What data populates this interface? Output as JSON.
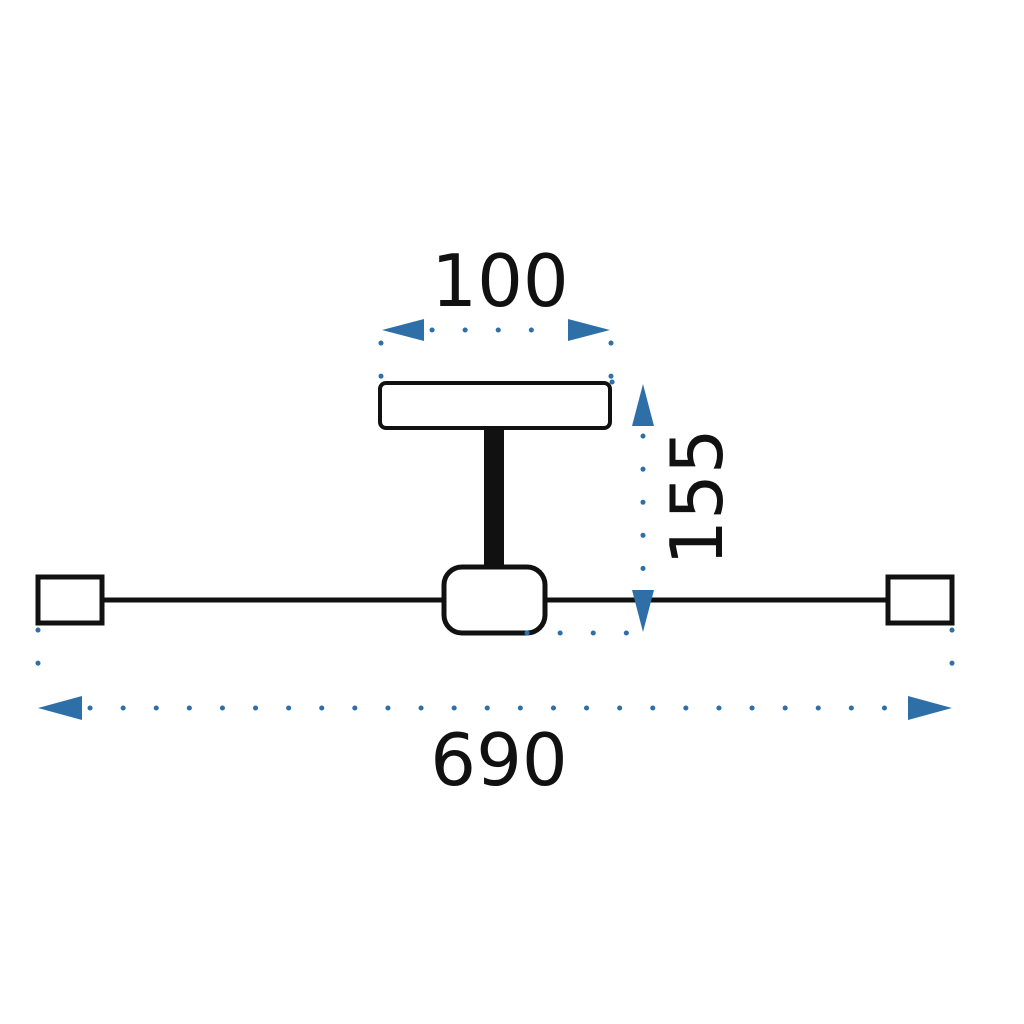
{
  "dimensions": {
    "canopy_width": "100",
    "height": "155",
    "total_width": "690"
  },
  "colors": {
    "dimension_blue": "#2f6fa8",
    "outline_black": "#111111",
    "background": "#ffffff"
  }
}
